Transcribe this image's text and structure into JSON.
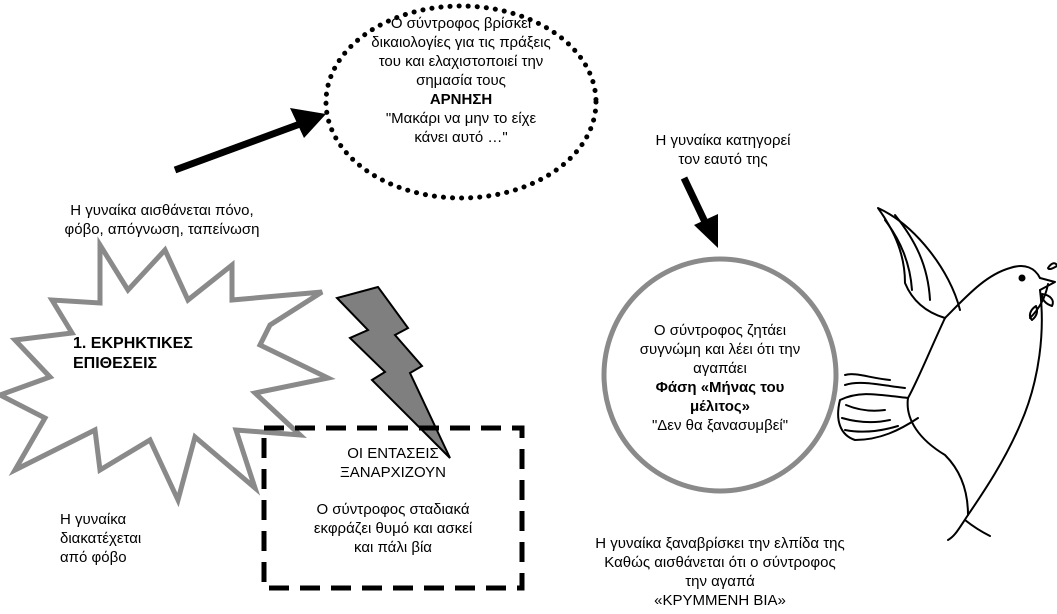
{
  "colors": {
    "circle_outline": "#8a8a8a",
    "bolt_fill": "#7f7f7f",
    "background": "#ffffff"
  },
  "icons": {
    "starburst": "explosion-burst-icon",
    "bolt": "lightning-bolt-icon",
    "dove": "dove-with-olive-branch-icon"
  },
  "denial": {
    "lines": [
      "Ο σύντροφος βρίσκει",
      "δικαιολογίες για τις πράξεις",
      "του και ελαχιστοποιεί  την",
      "σημασία τους"
    ],
    "heading": "ΑΡΝΗΣΗ",
    "quote_lines": [
      "\"Μακάρι να μην το είχε",
      "κάνει αυτό …\""
    ]
  },
  "woman_blames": [
    "Η γυναίκα κατηγορεί",
    "τον εαυτό της"
  ],
  "woman_feels": [
    "Η γυναίκα αισθάνεται πόνο,",
    "φόβο, απόγνωση, ταπείνωση"
  ],
  "explosive": [
    "1. ΕΚΡΗΚΤΙΚΕΣ",
    "ΕΠΙΘΕΣΕΙΣ"
  ],
  "tension": {
    "title_lines": [
      "ΟΙ ΕΝΤΑΣΕΙΣ",
      "ΞΑΝΑΡΧΙΖΟΥΝ"
    ],
    "body_lines": [
      "Ο σύντροφος σταδιακά",
      "εκφράζει θυμό και ασκεί",
      "και πάλι βία"
    ]
  },
  "woman_fear": [
    "Η γυναίκα",
    "διακατέχεται",
    "από φόβο"
  ],
  "honeymoon": {
    "lines": [
      "Ο σύντροφος ζητάει",
      "συγνώμη και λέει ότι την",
      "αγαπάει"
    ],
    "bold_lines": [
      "Φάση «Μήνας του",
      "μέλιτος»"
    ],
    "quote": "\"Δεν θα ξανασυμβεί\""
  },
  "hope": [
    "Η γυναίκα ξαναβρίσκει την ελπίδα της",
    "Καθώς αισθάνεται ότι ο σύντροφος",
    "την αγαπά",
    "«ΚΡΥΜΜΕΝΗ ΒΙΑ»"
  ]
}
